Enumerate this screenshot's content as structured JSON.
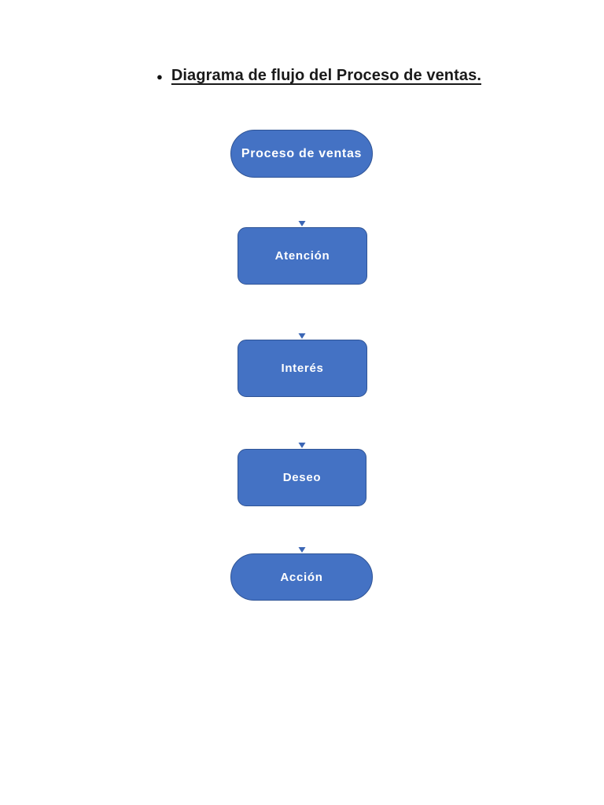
{
  "page": {
    "background": "#ffffff"
  },
  "title": {
    "bullet_glyph": "●",
    "text": "Diagrama de flujo del Proceso de ventas."
  },
  "flowchart": {
    "nodes": [
      {
        "label": "Proceso de ventas",
        "shape": "stadium"
      },
      {
        "label": "Atención",
        "shape": "rounded-rectangle"
      },
      {
        "label": "Interés",
        "shape": "rounded-rectangle"
      },
      {
        "label": "Deseo",
        "shape": "rounded-rectangle"
      },
      {
        "label": "Acción",
        "shape": "stadium"
      }
    ],
    "connectors": [
      {
        "from": "Proceso de ventas",
        "to": "Atención"
      },
      {
        "from": "Atención",
        "to": "Interés"
      },
      {
        "from": "Interés",
        "to": "Deseo"
      },
      {
        "from": "Deseo",
        "to": "Acción"
      }
    ],
    "colors": {
      "node_fill": "#4472C4",
      "node_border": "#2F5496",
      "node_text": "#FFFFFF",
      "connector_line_light": "#C3D0EA",
      "connector_line_dark": "#6E92CE",
      "connector_arrowhead": "#3B66B5"
    }
  }
}
